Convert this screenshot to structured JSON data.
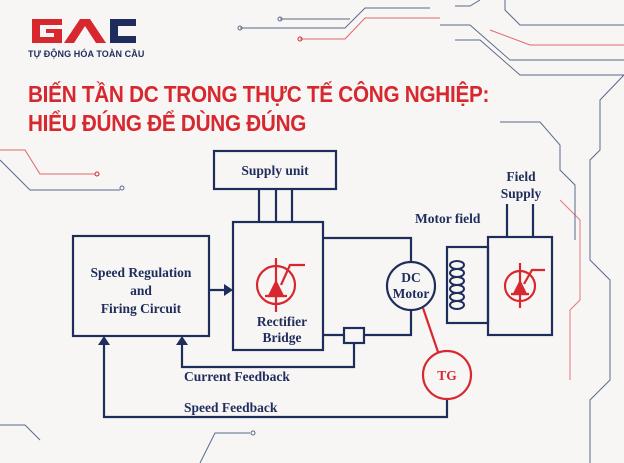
{
  "brand": {
    "logo_text": "GAC",
    "tagline": "TỰ ĐỘNG HÓA TOÀN CẦU"
  },
  "title": {
    "line1": "BIẾN TẦN DC TRONG THỰC TẾ CÔNG NGHIỆP:",
    "line2": "HIỂU ĐÚNG ĐỂ DÙNG ĐÚNG"
  },
  "diagram": {
    "supply_unit": "Supply unit",
    "speed_reg": [
      "Speed Regulation",
      "and",
      "Firing Circuit"
    ],
    "rectifier": [
      "Rectifier",
      "Bridge"
    ],
    "motor": [
      "DC",
      "Motor"
    ],
    "motor_field": "Motor field",
    "field_supply": [
      "Field",
      "Supply"
    ],
    "tg": "TG",
    "current_feedback": "Current Feedback",
    "speed_feedback": "Speed Feedback"
  },
  "colors": {
    "red": "#d7282f",
    "navy": "#1f2d5c"
  }
}
